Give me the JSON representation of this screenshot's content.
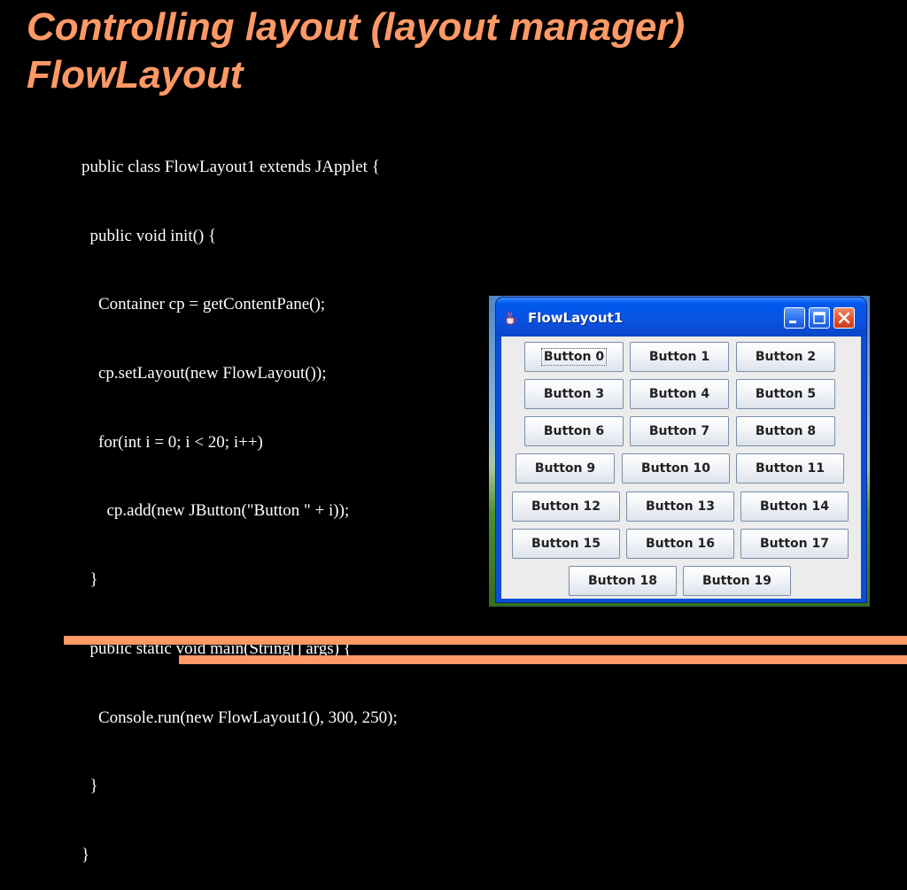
{
  "slide": {
    "title_line1": "Controlling layout (layout manager)",
    "title_line2": "FlowLayout"
  },
  "code": [
    "public class FlowLayout1 extends JApplet {",
    "  public void init() {",
    "    Container cp = getContentPane();",
    "    cp.setLayout(new FlowLayout());",
    "    for(int i = 0; i < 20; i++)",
    "      cp.add(new JButton(\"Button \" + i));",
    "  }",
    "  public static void main(String[] args) {",
    "    Console.run(new FlowLayout1(), 300, 250);",
    "  }",
    "}"
  ],
  "window": {
    "title": "FlowLayout1",
    "buttons": [
      "Button 0",
      "Button 1",
      "Button 2",
      "Button 3",
      "Button 4",
      "Button 5",
      "Button 6",
      "Button 7",
      "Button 8",
      "Button 9",
      "Button 10",
      "Button 11",
      "Button 12",
      "Button 13",
      "Button 14",
      "Button 15",
      "Button 16",
      "Button 17",
      "Button 18",
      "Button 19"
    ],
    "focused_button": "Button 0"
  },
  "colors": {
    "accent": "#ff9966",
    "background": "#000000",
    "code_text": "#ffffff"
  }
}
